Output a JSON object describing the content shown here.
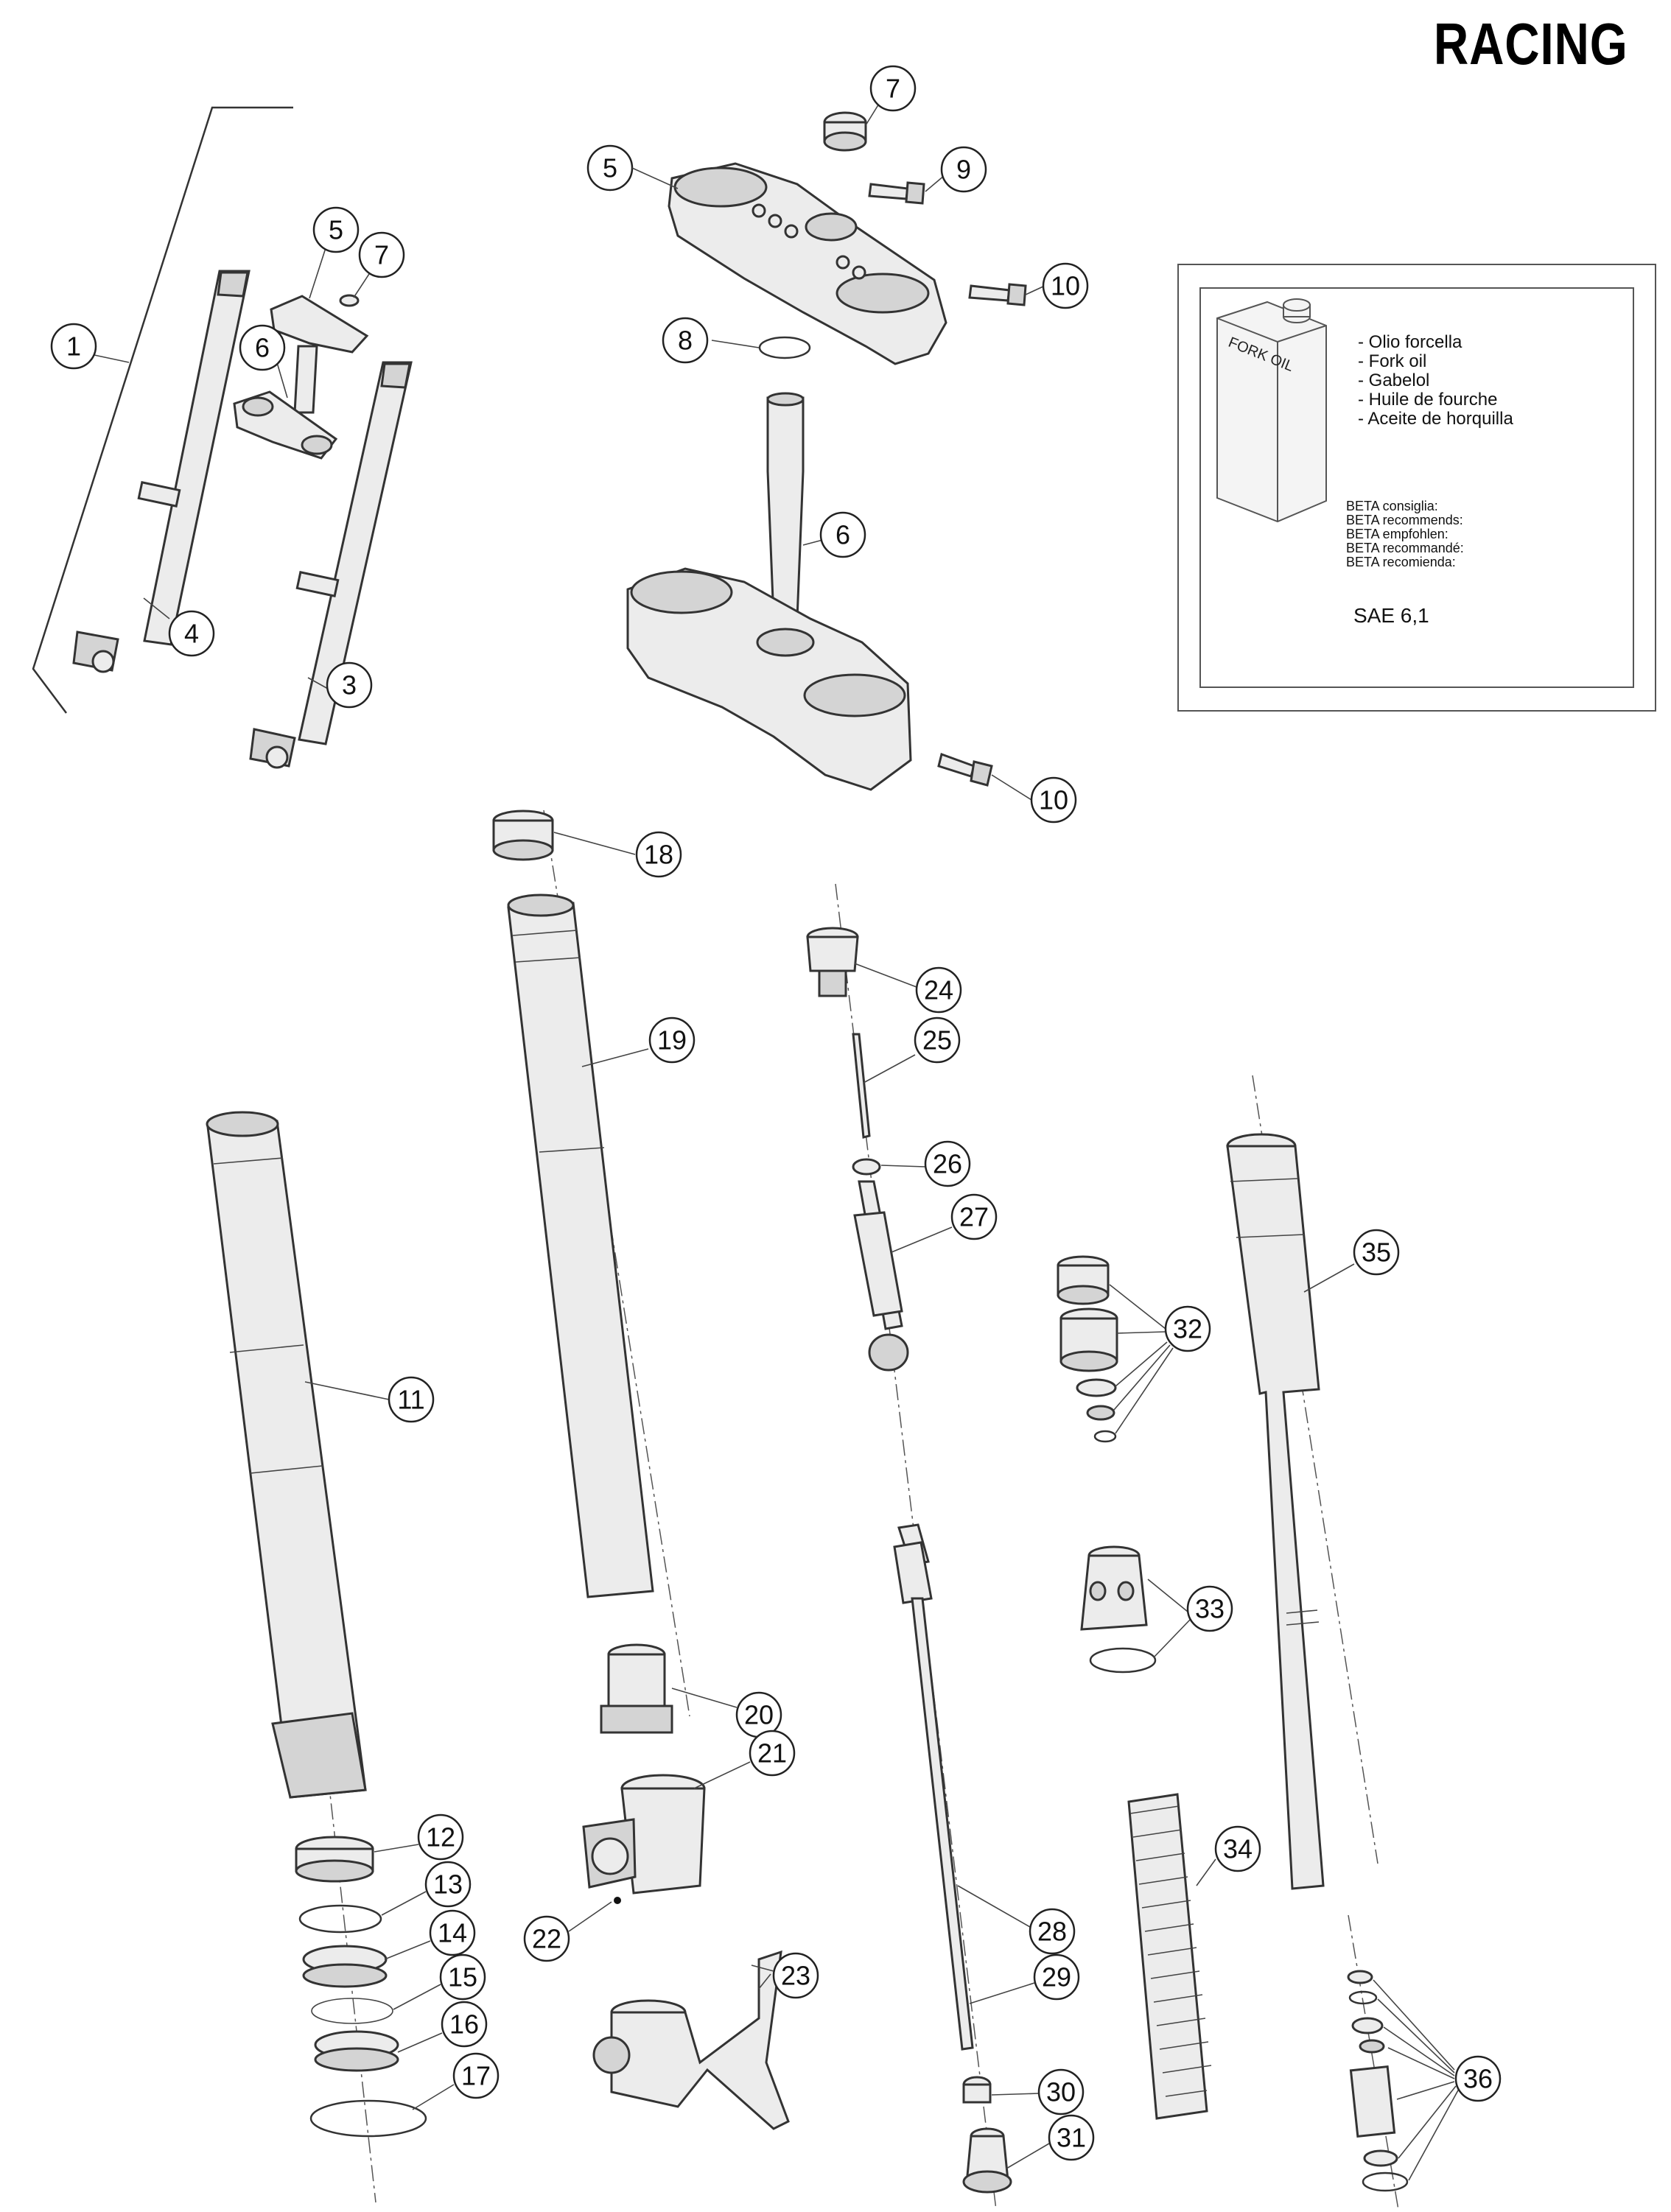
{
  "title": "RACING",
  "oil_box": {
    "can_label": "FORK OIL",
    "names": [
      "- Olio forcella",
      "- Fork oil",
      "- Gabelol",
      "- Huile de fourche",
      "- Aceite de horquilla"
    ],
    "recommend": [
      "BETA consiglia:",
      "BETA recommends:",
      "BETA empfohlen:",
      "BETA recommandé:",
      "BETA recomienda:"
    ],
    "grade": "SAE 6,1"
  },
  "callouts": {
    "c1": "1",
    "c3": "3",
    "c4": "4",
    "c5a": "5",
    "c6a": "6",
    "c7a": "7",
    "c5b": "5",
    "c6b": "6",
    "c7b": "7",
    "c8": "8",
    "c9": "9",
    "c10a": "10",
    "c10b": "10",
    "c11": "11",
    "c12": "12",
    "c13": "13",
    "c14": "14",
    "c15": "15",
    "c16": "16",
    "c17": "17",
    "c18": "18",
    "c19": "19",
    "c20": "20",
    "c21": "21",
    "c22": "22",
    "c23": "23",
    "c24": "24",
    "c25": "25",
    "c26": "26",
    "c27": "27",
    "c28": "28",
    "c29": "29",
    "c30": "30",
    "c31": "31",
    "c32": "32",
    "c33": "33",
    "c34": "34",
    "c35": "35",
    "c36": "36"
  }
}
